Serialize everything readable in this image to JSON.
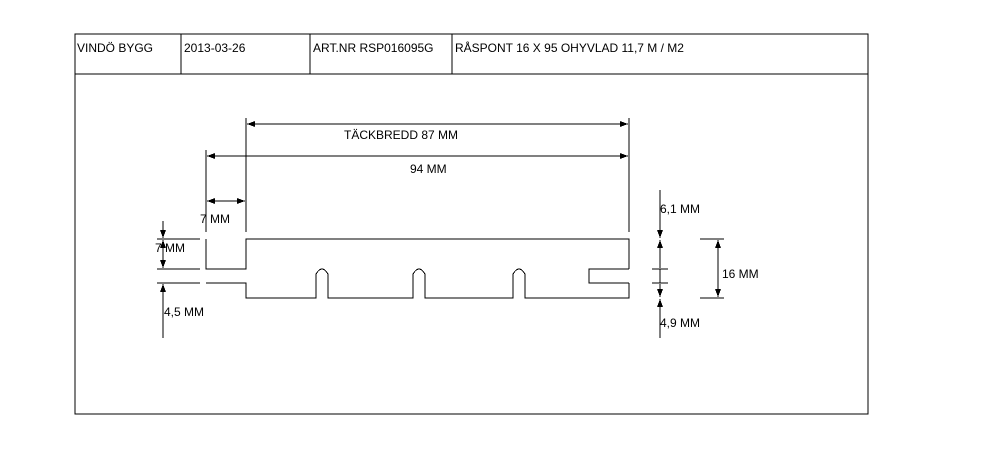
{
  "title_block": {
    "company": "VINDÖ BYGG",
    "date": "2013-03-26",
    "article_number": "ART.NR RSP016095G",
    "description": "RÅSPONT 16 X 95 OHYVLAD 11,7 M / M2"
  },
  "dimensions": {
    "cover_width": "TÄCKBREDD 87 MM",
    "total_width": "94 MM",
    "tongue_length": "7 MM",
    "left_upper": "7 MM",
    "left_lower": "4,5 MM",
    "right_upper": "6,1 MM",
    "right_lower": "4,9 MM",
    "thickness": "16 MM"
  },
  "colors": {
    "line": "#000000",
    "background": "#ffffff"
  }
}
